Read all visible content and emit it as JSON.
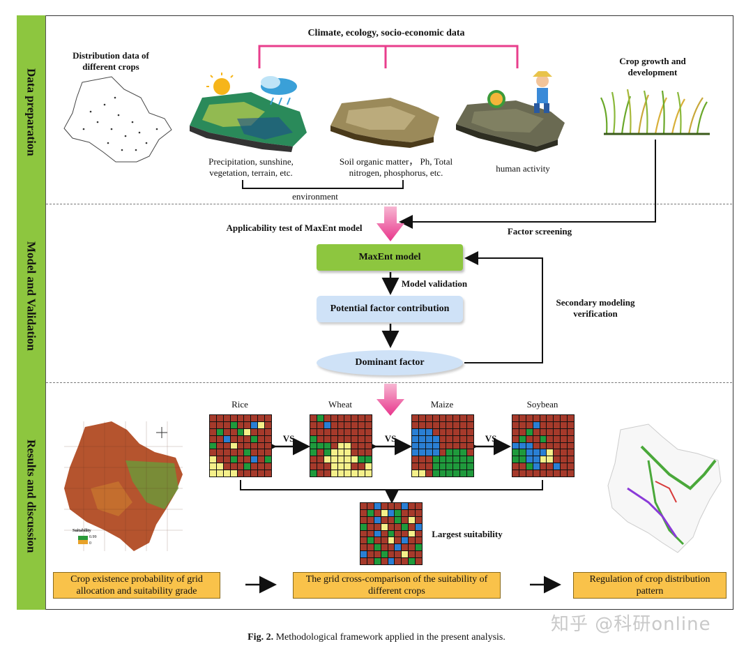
{
  "sections": {
    "data_preparation": "Data preparation",
    "model_validation": "Model and Validation",
    "results": "Results and discussion"
  },
  "top": {
    "climate_header": "Climate, ecology, socio-economic data",
    "distribution_title": "Distribution data of different crops",
    "crop_growth_title": "Crop growth and development",
    "precip_caption": "Precipitation, sunshine, vegetation, terrain, etc.",
    "soil_caption": "Soil organic matter， Ph, Total nitrogen, phosphorus, etc.",
    "human_caption": "human activity",
    "environment_label": "environment"
  },
  "model": {
    "applicability_label": "Applicability test of MaxEnt model",
    "factor_screening_label": "Factor screening",
    "maxent_box": "MaxEnt model",
    "model_validation_label": "Model validation",
    "potential_box": "Potential factor contribution",
    "dominant_box": "Dominant factor",
    "secondary_label": "Secondary modeling verification"
  },
  "results": {
    "crops": [
      "Rice",
      "Wheat",
      "Maize",
      "Soybean"
    ],
    "vs_label": "VS",
    "largest_label": "Largest suitability",
    "legend_title": "Suitability",
    "legend_high": "0.99",
    "legend_low": "0",
    "box_left": "Crop existence probability of grid allocation and suitability grade",
    "box_mid": "The grid cross-comparison of the suitability of different crops",
    "box_right": "Regulation of crop distribution pattern"
  },
  "caption_prefix": "Fig. 2.",
  "caption_text": "Methodological framework applied in the present analysis.",
  "watermark": "知乎 @科研online",
  "colors": {
    "side_green": "#8dc63f",
    "box_blue": "#cfe2f7",
    "orange_box": "#f9c24a",
    "magenta": "#e83e8c",
    "grid_red": "#a63a2b",
    "grid_green": "#1f9a3c",
    "grid_blue": "#2a7fd4",
    "grid_yellow": "#f5f08a"
  },
  "grids": {
    "rice": [
      "RRRRRRRRR",
      "RRRGRRBYR",
      "RGRRGYRRR",
      "RRBRRRGRR",
      "GRRYRRRRR",
      "RRRRRGRRR",
      "YRRGRRBRG",
      "YYRRRGRRR",
      "YYYYRRRRR"
    ],
    "wheat": [
      "RGRRRRRRR",
      "RRBRRRRRR",
      "RRRRRRRRR",
      "GRRRRRRRR",
      "GGGRYYRRR",
      "GRGYYYRRR",
      "RRYYYYYGG",
      "RRRYYYRRY",
      "GRRYYYYYY"
    ],
    "maize": [
      "RRRRRRRRR",
      "RRRRRRRRR",
      "BBBRRRRRR",
      "BBBBRRRRR",
      "BBBBRRRRR",
      "BBBBRGGGR",
      "RRRGGGGGG",
      "RRRGGGGGG",
      "YYRGGGGGG"
    ],
    "soybean": [
      "RRRRRRRRR",
      "RRRBRRRRR",
      "RRGRRRRRR",
      "RGRRGRRRR",
      "BBBRRRRRR",
      "GGBBBYRRR",
      "GGBBYYRRR",
      "RRGBRRBRR",
      "RRRRRRRRR"
    ],
    "largest": [
      "RRBRRRBRR",
      "RGRYBGRRR",
      "RRBRRGRYR",
      "GRRYRRGRB",
      "RRBRGRRYR",
      "RGRRYRBRR",
      "RRGRRBRRG",
      "BRRGRRYRR",
      "RRGRBRRGR"
    ]
  }
}
